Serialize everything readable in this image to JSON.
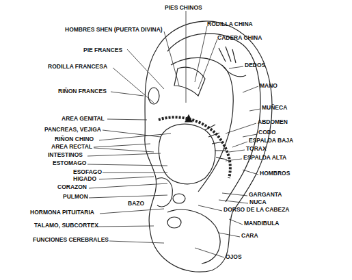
{
  "diagram": {
    "labels": [
      "PIES CHINOS",
      "HOMBRES SHEN (PUERTA DIVINA)",
      "RODILLA CHINA",
      "CADERA CHINA",
      "PIE FRANCES",
      "DEDOS",
      "RODILLA FRANCESA",
      "MANO",
      "RIÑON FRANCES",
      "MUÑECA",
      "AREA GENITAL",
      "ABDOMEN",
      "PANCREAS, VEJIGA",
      "CODO",
      "RIÑON CHINO",
      "ESPALDA BAJA",
      "AREA RECTAL",
      "TORAX",
      "INTESTINOS",
      "ESPALDA ALTA",
      "ESTOMAGO",
      "ESOFAGO",
      "HIGADO",
      "HOMBROS",
      "CORAZON",
      "PULMON",
      "GARGANTA",
      "NUCA",
      "BAZO",
      "DORSO DE LA CABEZA",
      "HORMONA PITUITARIA",
      "MANDIBULA",
      "TALAMO, SUBCORTEX",
      "CARA",
      "FUNCIONES CEREBRALES",
      "OJOS"
    ]
  }
}
